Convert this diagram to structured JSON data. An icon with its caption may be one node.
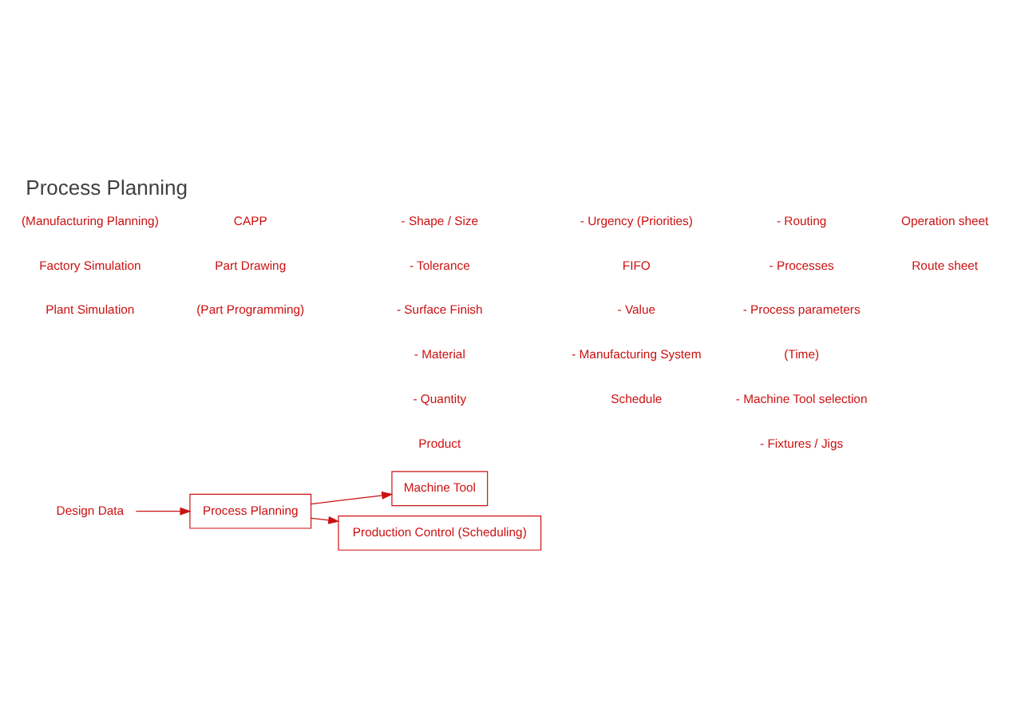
{
  "diagram": {
    "title": "Process Planning",
    "nodes": [
      {
        "text": [
          "Design Data"
        ]
      },
      {
        "text": [
          "Process Planning"
        ]
      },
      {
        "text": [
          "Machine Tool"
        ]
      },
      {
        "text": [
          "Production Control (Scheduling)"
        ]
      }
    ],
    "edges": [
      {
        "from": 0,
        "to": 1,
        "arrow": "to"
      },
      {
        "from": 1,
        "to": 2,
        "arrow": "to"
      },
      {
        "from": 1,
        "to": 3,
        "arrow": "to"
      }
    ],
    "labels": [
      "(Manufacturing Planning)",
      "Factory Simulation",
      "Plant Simulation",
      "- Routing",
      "Operation sheet",
      "Route sheet",
      "- Processes",
      "- Process parameters",
      "(Time)",
      "- Machine Tool selection",
      "- Fixtures / Jigs",
      "CAPP",
      "- Shape / Size",
      "- Tolerance",
      "- Surface Finish",
      "- Material",
      "- Quantity",
      "Product",
      "- Urgency (Priorities)",
      "FIFO",
      "- Value",
      "- Manufacturing System",
      "Schedule",
      "Part Drawing",
      "(Part Programming)"
    ]
  }
}
